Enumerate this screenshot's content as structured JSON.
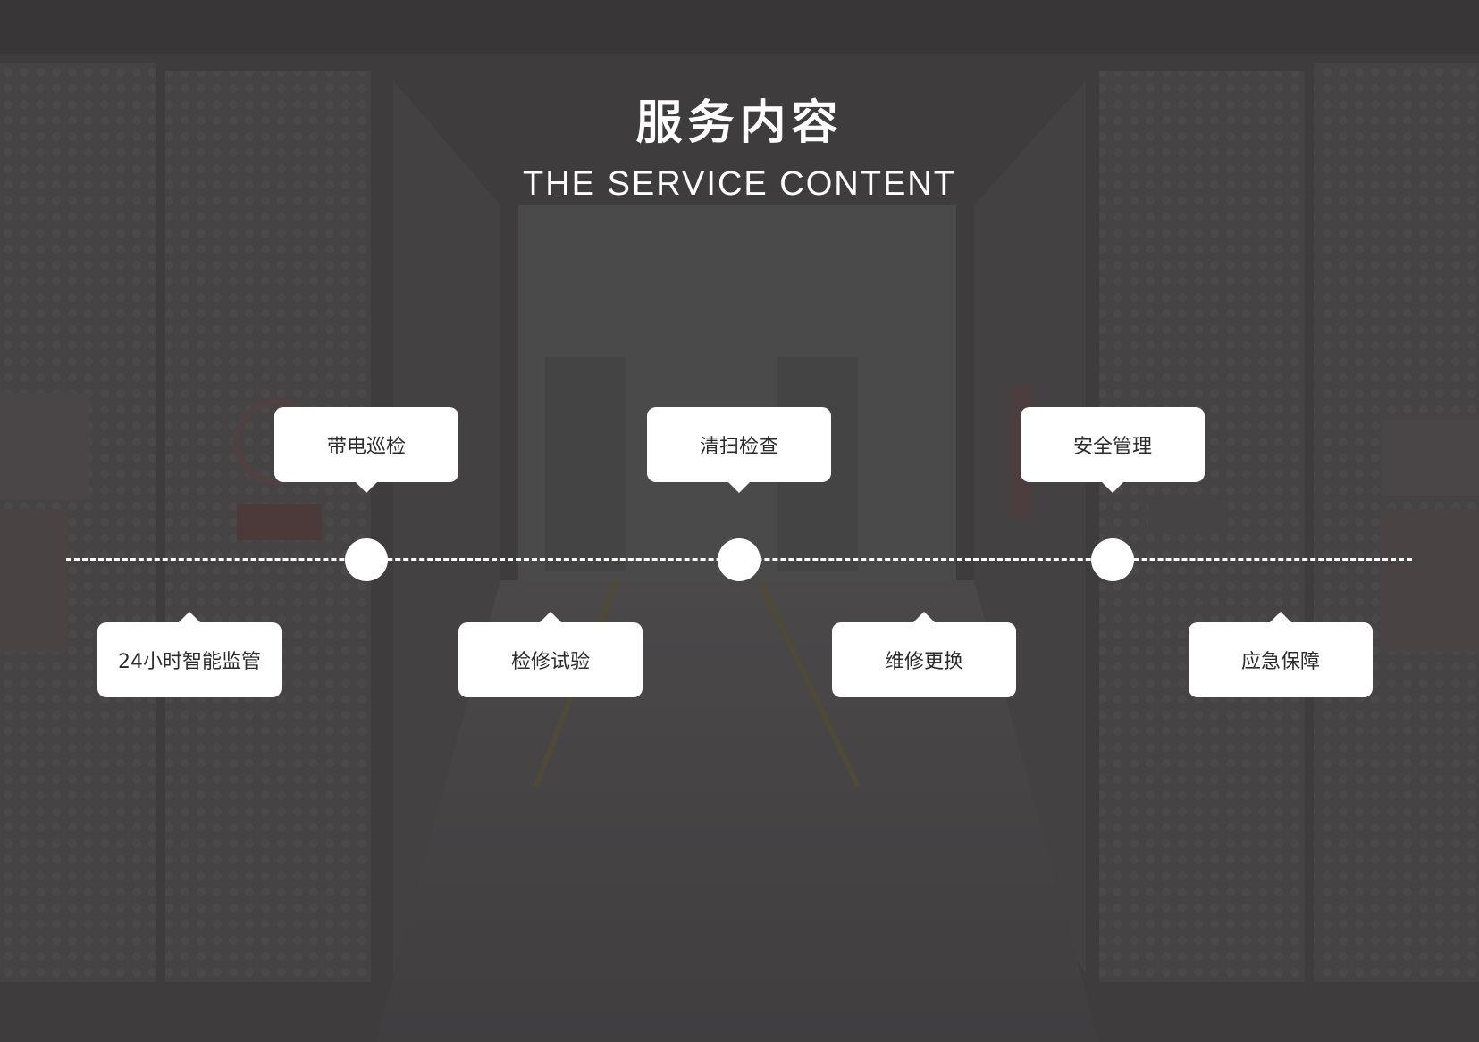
{
  "header": {
    "title": "服务内容",
    "subtitle": "THE SERVICE CONTENT"
  },
  "timeline": {
    "top_items": [
      {
        "label": "带电巡检"
      },
      {
        "label": "清扫检查"
      },
      {
        "label": "安全管理"
      }
    ],
    "bottom_items": [
      {
        "label": "24小时智能监管"
      },
      {
        "label": "检修试验"
      },
      {
        "label": "维修更换"
      },
      {
        "label": "应急保障"
      }
    ]
  },
  "colors": {
    "background": "#3f3d3e",
    "card": "#ffffff",
    "text_light": "#ffffff",
    "text_dark": "#2b2b2b"
  }
}
